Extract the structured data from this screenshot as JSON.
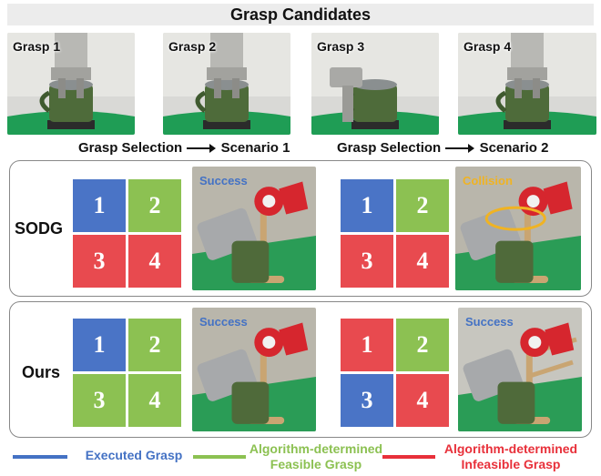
{
  "title": "Grasp Candidates",
  "grasps": [
    {
      "label": "Grasp 1"
    },
    {
      "label": "Grasp 2"
    },
    {
      "label": "Grasp 3"
    },
    {
      "label": "Grasp 4"
    }
  ],
  "scenarios": [
    {
      "left": "Grasp Selection",
      "right": "Scenario 1"
    },
    {
      "left": "Grasp Selection",
      "right": "Scenario 2"
    }
  ],
  "rows": [
    {
      "label": "SODG",
      "grids": [
        {
          "cells": [
            "1",
            "2",
            "3",
            "4"
          ],
          "states": [
            "executed",
            "feasible",
            "infeasible",
            "infeasible"
          ]
        },
        {
          "cells": [
            "1",
            "2",
            "3",
            "4"
          ],
          "states": [
            "executed",
            "feasible",
            "infeasible",
            "infeasible"
          ]
        }
      ],
      "results": [
        {
          "status": "Success",
          "color": "#4472c4"
        },
        {
          "status": "Collision",
          "color": "#f0b323"
        }
      ]
    },
    {
      "label": "Ours",
      "grids": [
        {
          "cells": [
            "1",
            "2",
            "3",
            "4"
          ],
          "states": [
            "executed",
            "feasible",
            "feasible",
            "feasible"
          ]
        },
        {
          "cells": [
            "1",
            "2",
            "3",
            "4"
          ],
          "states": [
            "infeasible",
            "feasible",
            "executed",
            "infeasible"
          ]
        }
      ],
      "results": [
        {
          "status": "Success",
          "color": "#4472c4"
        },
        {
          "status": "Success",
          "color": "#4472c4"
        }
      ]
    }
  ],
  "legend": [
    {
      "text": "Executed Grasp",
      "color": "#4472c4"
    },
    {
      "text": "Algorithm-determined Feasible Grasp",
      "color": "#8cc152"
    },
    {
      "text": "Algorithm-determined Infeasible Grasp",
      "color": "#e8303a"
    }
  ],
  "colors": {
    "executed": "#4a74c6",
    "feasible": "#8cc152",
    "infeasible": "#e84a4f"
  }
}
